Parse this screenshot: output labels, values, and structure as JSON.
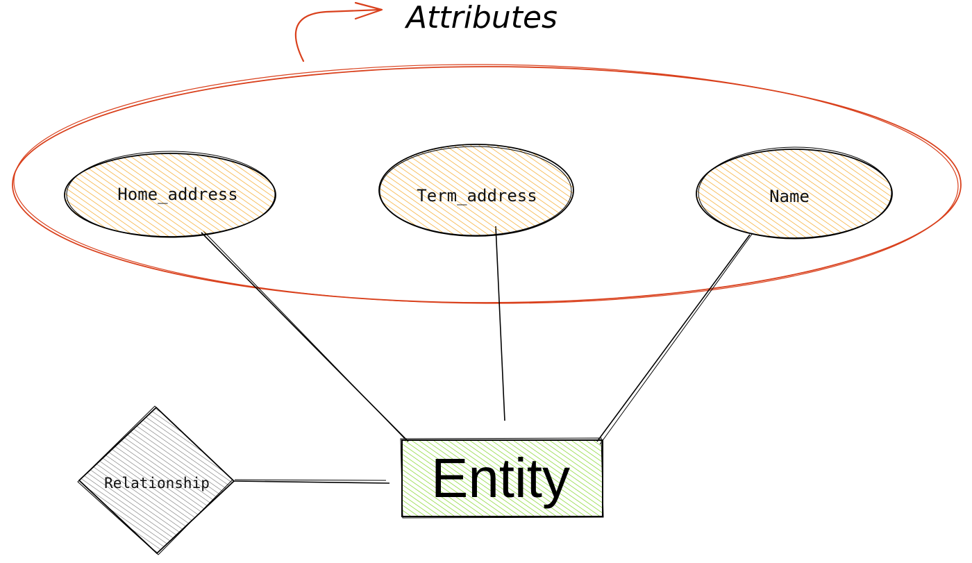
{
  "title": "Attributes",
  "entity": {
    "label": "Entity"
  },
  "relationship": {
    "label": "Relationship"
  },
  "attributes": [
    {
      "label": "Home_address"
    },
    {
      "label": "Term_address"
    },
    {
      "label": "Name"
    }
  ],
  "colors": {
    "attribute_fill": "#f5a623",
    "entity_fill": "#7ed321",
    "relationship_fill": "#555555",
    "group_outline": "#d9401c",
    "stroke": "#000000"
  }
}
